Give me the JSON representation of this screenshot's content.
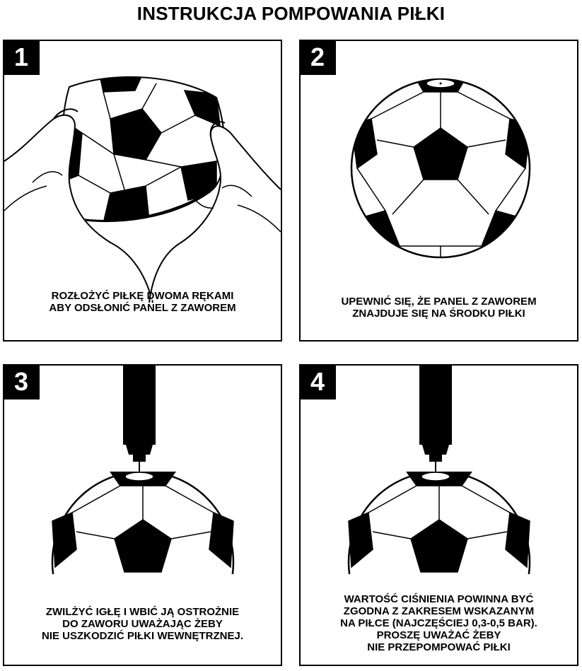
{
  "title": "INSTRUKCJA POMPOWANIA PIŁKI",
  "steps": [
    {
      "number": "1",
      "caption": [
        "ROZŁOŻYĆ PIŁKĘ DWOMA RĘKAMI",
        "ABY ODSŁONIĆ PANEL Z ZAWOREM"
      ]
    },
    {
      "number": "2",
      "caption": [
        "UPEWNIĆ SIĘ, ŻE PANEL Z ZAWOREM",
        "ZNAJDUJE SIĘ NA ŚRODKU PIŁKI"
      ]
    },
    {
      "number": "3",
      "caption": [
        "ZWILŻYĆ IGŁĘ I WBIĆ JĄ OSTROŻNIE",
        "DO ZAWORU UWAŻAJĄC ŻEBY",
        "NIE USZKODZIĆ PIŁKI WEWNĘTRZNEJ."
      ]
    },
    {
      "number": "4",
      "caption": [
        "WARTOŚĆ CIŚNIENIA POWINNA BYĆ",
        "ZGODNA Z ZAKRESEM WSKAZANYM",
        "NA PIŁCE (NAJCZĘŚCIEJ 0,3-0,5 BAR).",
        "PROSZĘ UWAŻAĆ ŻEBY",
        "NIE PRZEPOMPOWAĆ PIŁKI"
      ]
    }
  ]
}
